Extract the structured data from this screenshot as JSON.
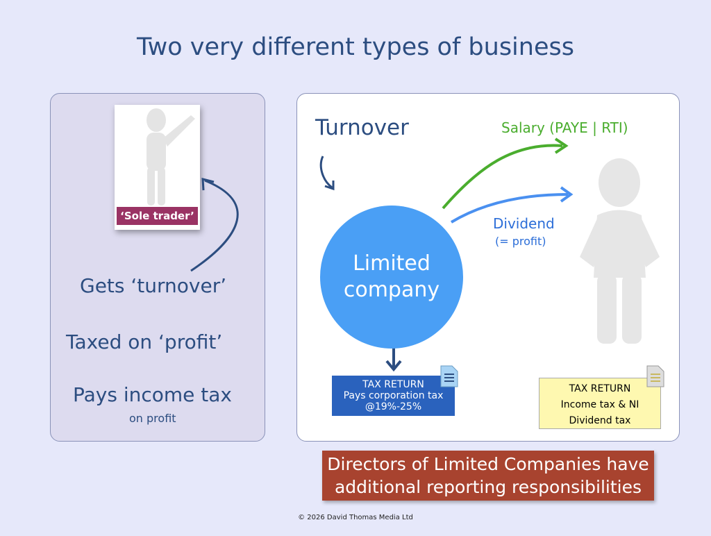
{
  "title": "Two very different types of business",
  "left": {
    "tag": "‘Sole trader’",
    "gets": "Gets ‘turnover’",
    "taxed": "Taxed on ‘profit’",
    "pays": "Pays income tax",
    "pays_sub": "on profit"
  },
  "right": {
    "turnover": "Turnover",
    "salary": "Salary (PAYE | RTI)",
    "dividend": "Dividend",
    "dividend_sub": "(= profit)",
    "company_line1": "Limited",
    "company_line2": "company",
    "corp_return": {
      "l1": "TAX RETURN",
      "l2": "Pays corporation tax",
      "l3": "@19%-25%"
    },
    "personal_return": {
      "l1": "TAX RETURN",
      "l2": "Income tax & NI",
      "l3": "Dividend tax"
    }
  },
  "banner": {
    "l1": "Directors of Limited Companies have",
    "l2": "additional reporting responsibilities"
  },
  "copyright": "© 2026 David Thomas Media Ltd",
  "colors": {
    "title": "#2c4d80",
    "circle": "#4a9ff5",
    "salary": "#4aad2e",
    "dividend": "#4a90f0",
    "banner": "#a8432f",
    "tag": "#9a3364"
  }
}
